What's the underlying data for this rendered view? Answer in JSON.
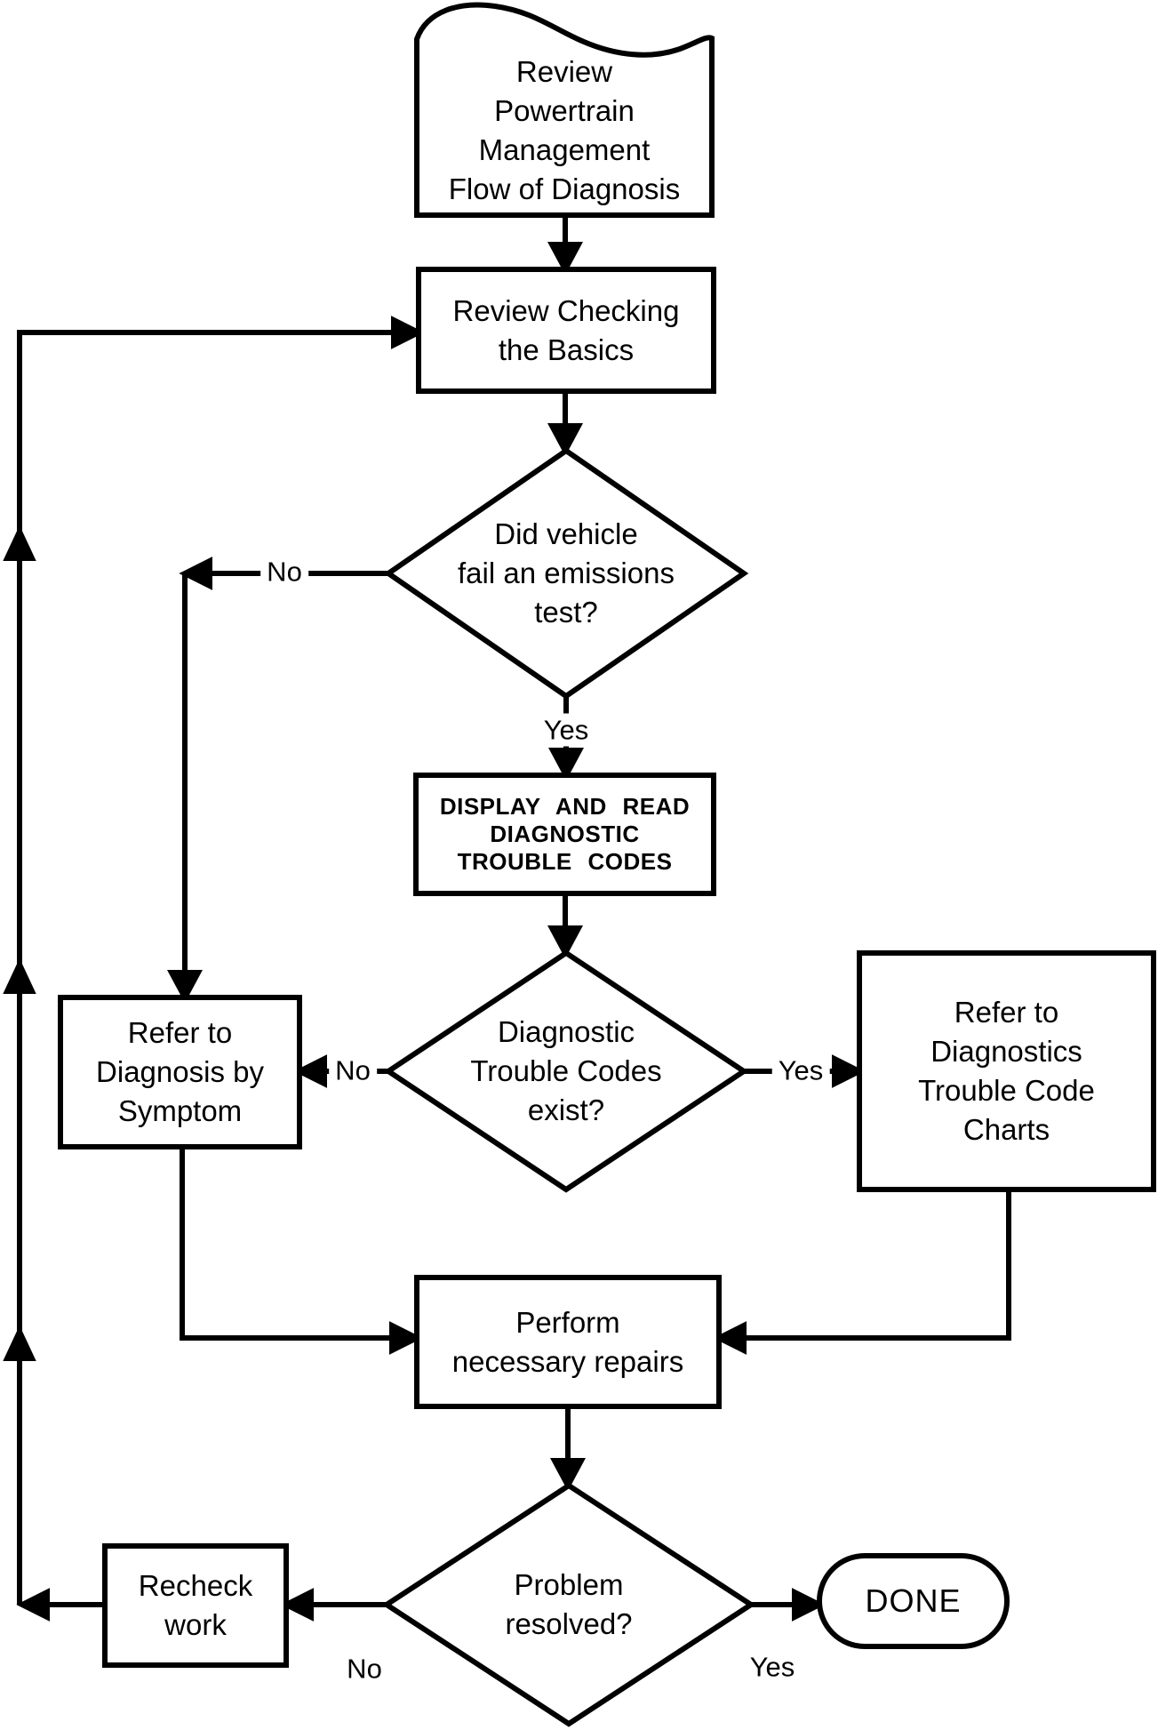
{
  "canvas": {
    "background_color": "#ffffff",
    "line_color": "#000000"
  },
  "flowchart": {
    "nodes": {
      "start_doc": {
        "type": "document",
        "label": "Review\nPowertrain\nManagement\nFlow of Diagnosis"
      },
      "review_basics": {
        "type": "process",
        "label": "Review Checking\nthe Basics"
      },
      "emissions_test": {
        "type": "decision",
        "label": "Did vehicle\nfail an emissions\ntest?"
      },
      "display_codes": {
        "type": "process",
        "label": "DISPLAY AND READ\nDIAGNOSTIC\nTROUBLE CODES"
      },
      "codes_exist": {
        "type": "decision",
        "label": "Diagnostic\nTrouble Codes\nexist?"
      },
      "diagnosis_by_symptom": {
        "type": "process",
        "label": "Refer to\nDiagnosis by\nSymptom"
      },
      "dtc_charts": {
        "type": "process",
        "label": "Refer to\nDiagnostics\nTrouble Code\nCharts"
      },
      "perform_repairs": {
        "type": "process",
        "label": "Perform\nnecessary repairs"
      },
      "problem_resolved": {
        "type": "decision",
        "label": "Problem\nresolved?"
      },
      "recheck_work": {
        "type": "process",
        "label": "Recheck\nwork"
      },
      "done": {
        "type": "terminator",
        "label": "DONE"
      }
    },
    "edge_labels": {
      "emissions_yes": "Yes",
      "emissions_no": "No",
      "codes_no": "No",
      "codes_yes": "Yes",
      "resolved_no": "No",
      "resolved_yes": "Yes"
    }
  }
}
